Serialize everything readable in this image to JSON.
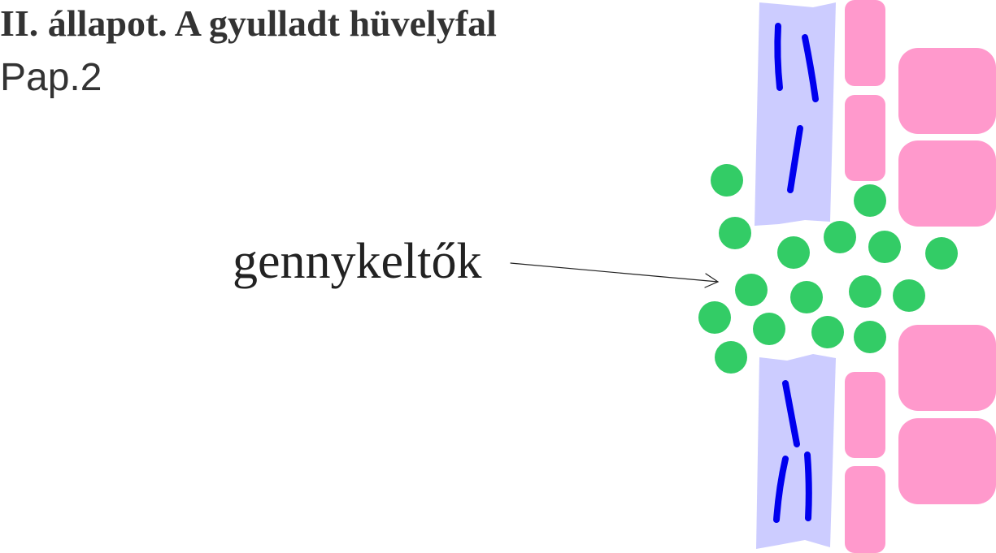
{
  "header": {
    "title": "II. állapot. A gyulladt hüvelyfal",
    "subtitle": "Pap.2"
  },
  "diagram": {
    "label": "gennykeltők",
    "colors": {
      "epithelium_fill": "#ccccff",
      "bacteria_rod": "#0000ee",
      "pus_cell": "#33cc66",
      "tissue_cell": "#ff99cc",
      "arrow": "#222222"
    },
    "icons": {
      "arrow": "arrow-right-icon"
    }
  }
}
